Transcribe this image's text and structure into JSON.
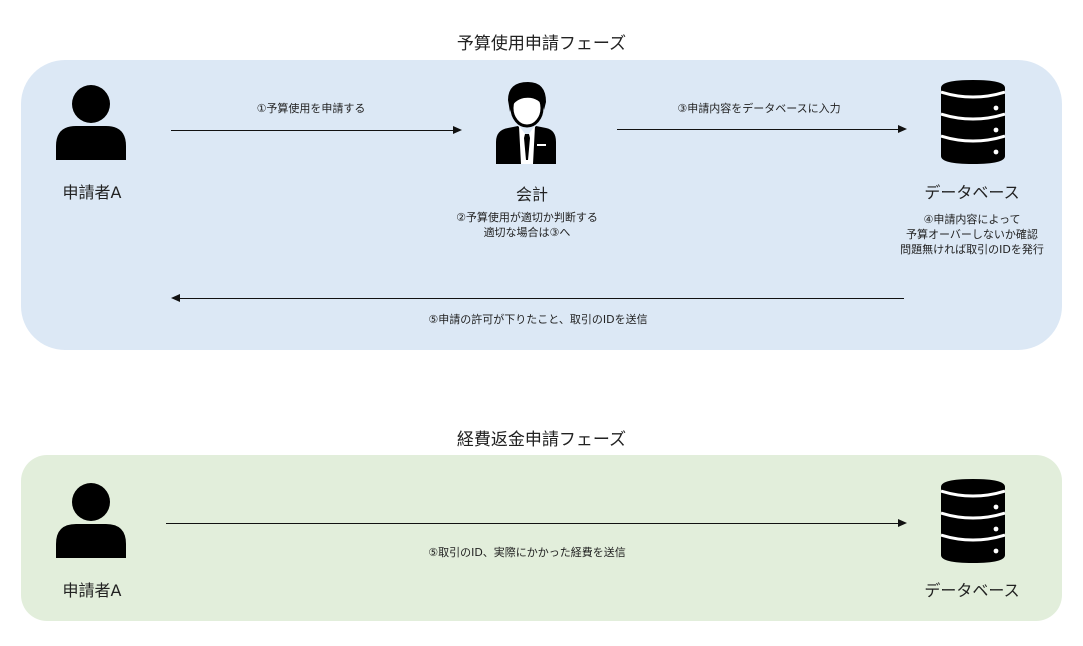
{
  "budget_phase": {
    "title": "予算使用申請フェーズ",
    "applicant_label": "申請者A",
    "accounting_label": "会計",
    "database_label": "データベース",
    "arrow1_label": "①予算使用を申請する",
    "arrow3_label": "③申請内容をデータベースに入力",
    "arrow5_label": "⑤申請の許可が下りたこと、取引のIDを送信",
    "note2_lines": [
      "②予算使用が適切か判断する",
      "適切な場合は③へ"
    ],
    "note4_lines": [
      "④申請内容によって",
      "予算オーバーしないか確認",
      "問題無ければ取引のIDを発行"
    ]
  },
  "expense_phase": {
    "title": "経費返金申請フェーズ",
    "applicant_label": "申請者A",
    "database_label": "データベース",
    "arrow_label": "⑤取引のID、実際にかかった経費を送信"
  },
  "colors": {
    "budget_bg": "#dce8f5",
    "expense_bg": "#e2eedb",
    "icon": "#000000"
  }
}
